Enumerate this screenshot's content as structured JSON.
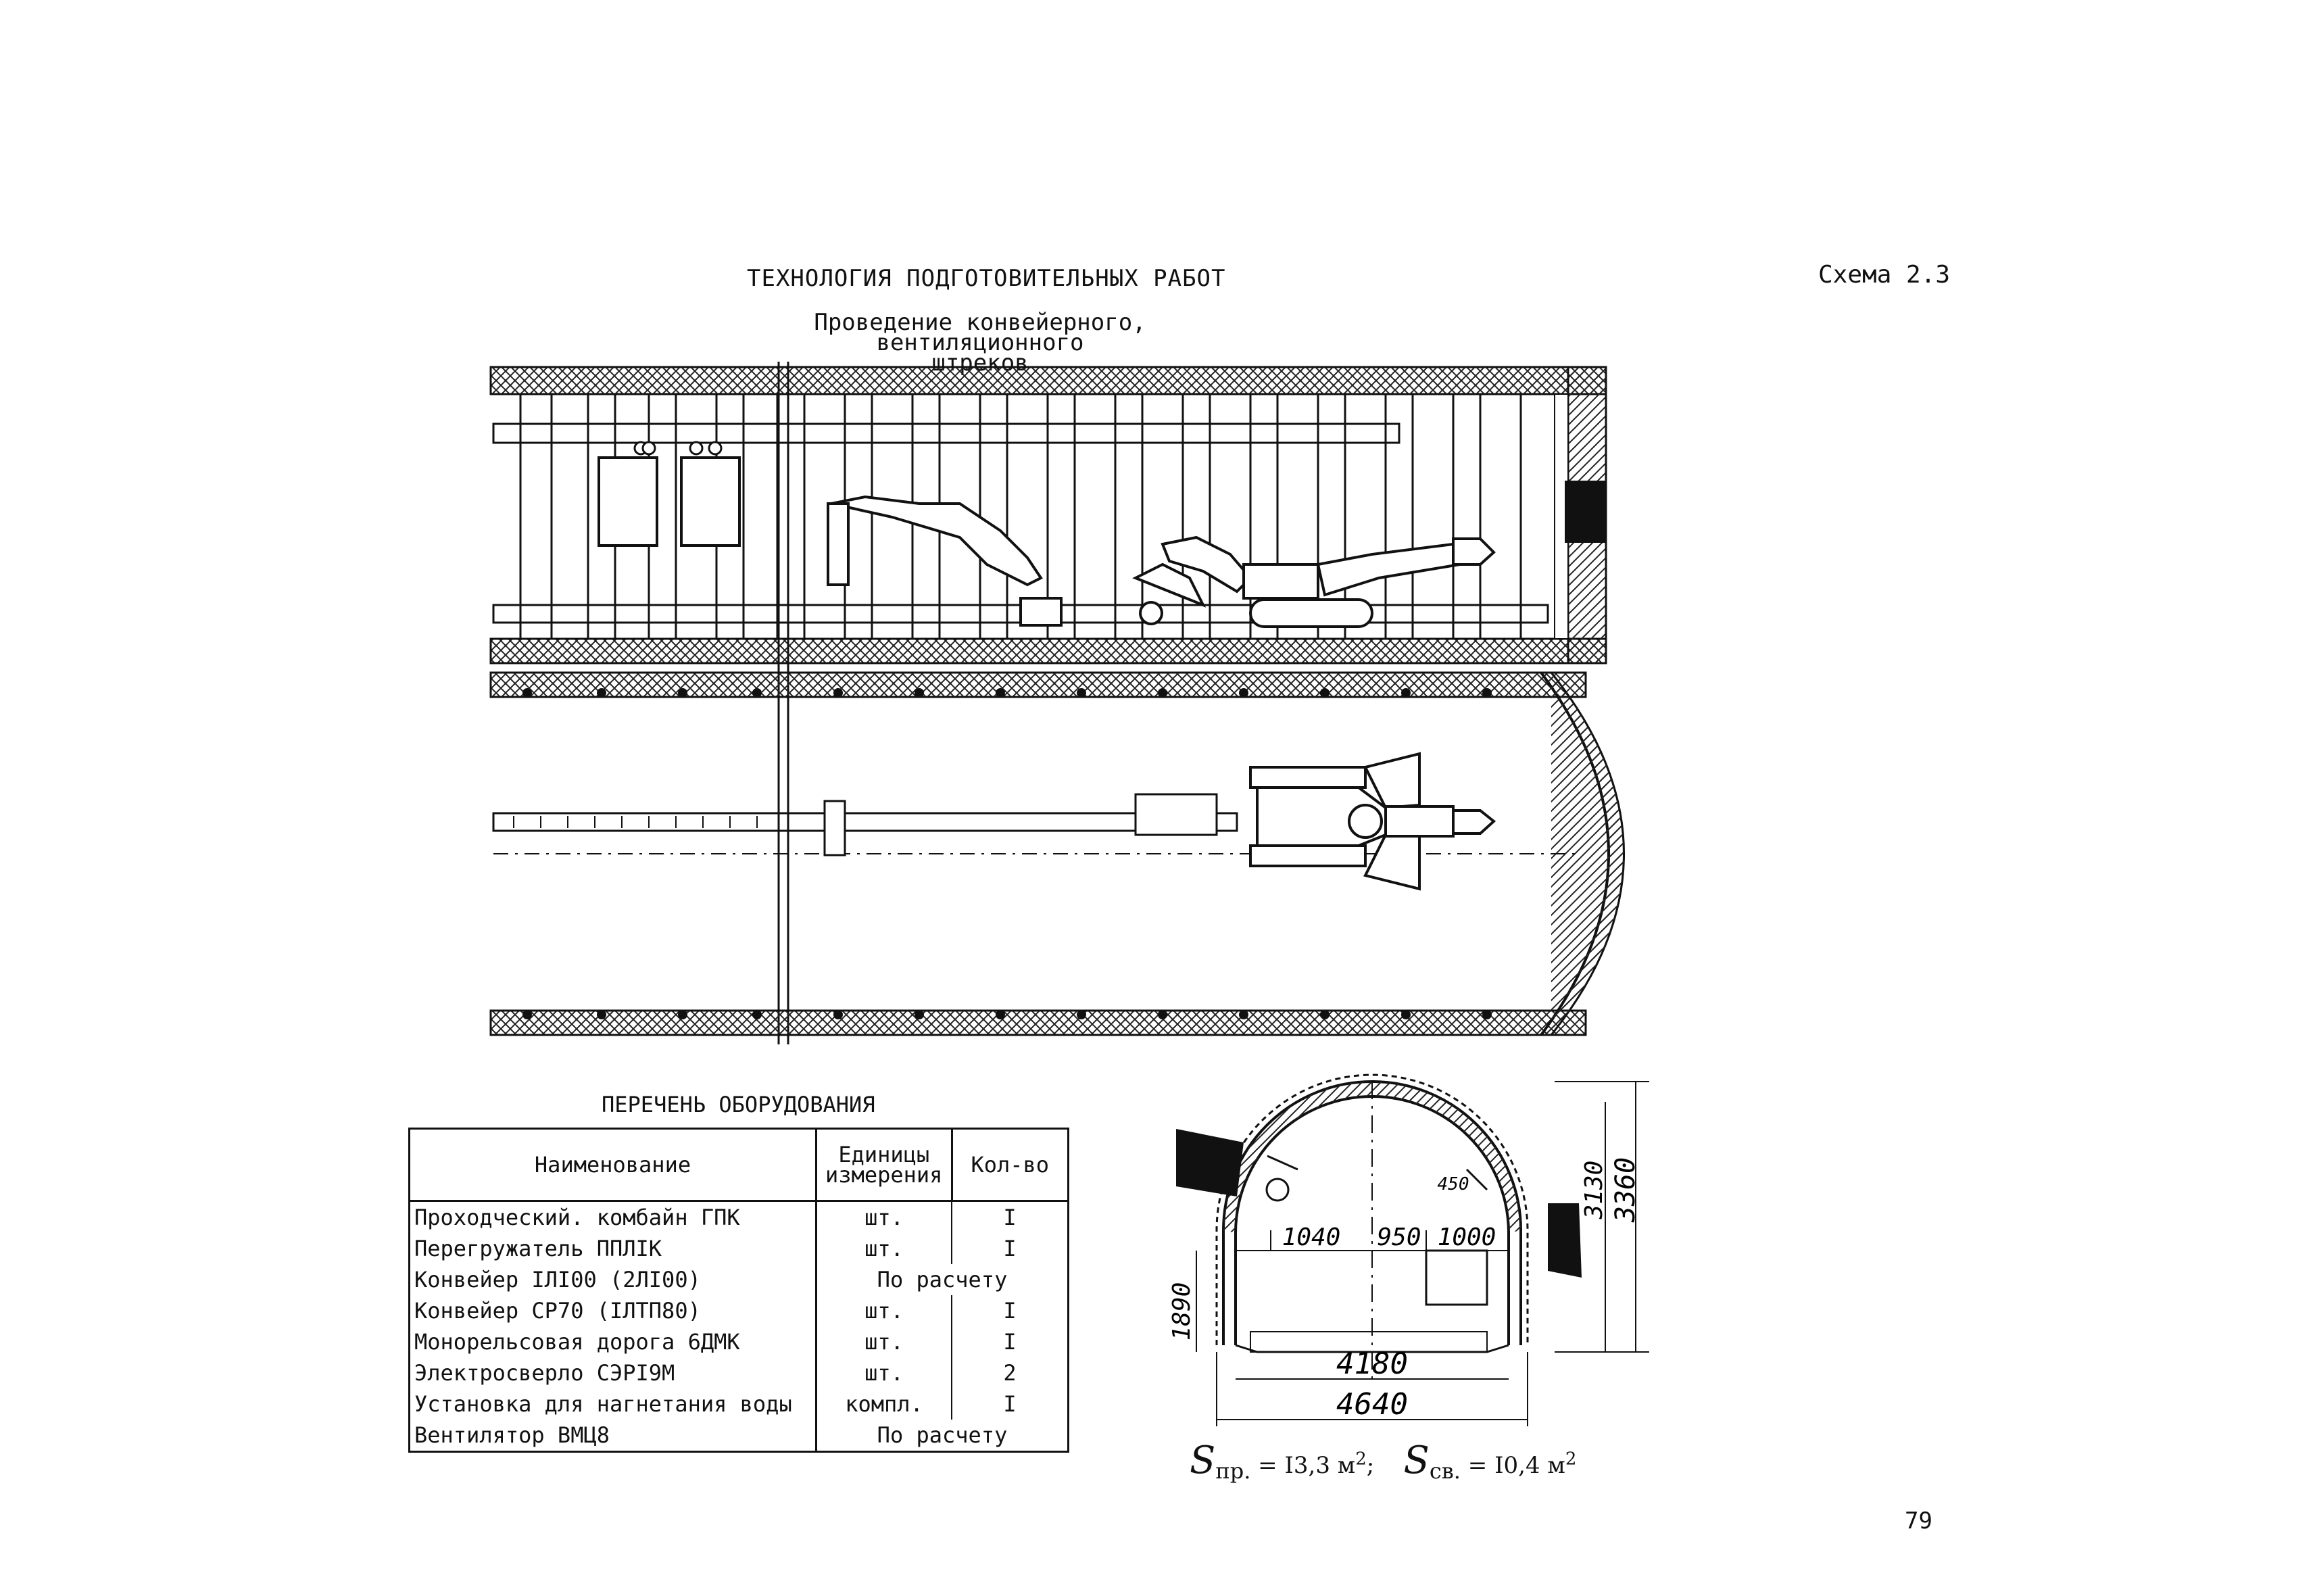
{
  "header": {
    "title": "ТЕХНОЛОГИЯ ПОДГОТОВИТЕЛЬНЫХ РАБОТ",
    "scheme_label": "Схема 2.3"
  },
  "drawing": {
    "title_line1": "Проведение конвейерного, вентиляционного",
    "title_line2": "штреков"
  },
  "equipment_list": {
    "title": "ПЕРЕЧЕНЬ ОБОРУДОВАНИЯ",
    "headers": {
      "name": "Наименование",
      "unit_line1": "Единицы",
      "unit_line2": "измерения",
      "qty": "Кол-во"
    },
    "rows": [
      {
        "name": "Проходческий. комбайн ГПК",
        "unit": "шт.",
        "qty": "I"
      },
      {
        "name": "Перегружатель ППЛIК",
        "unit": "шт.",
        "qty": "I"
      },
      {
        "name": "Конвейер IЛI00 (2ЛI00)",
        "combined": "По расчету"
      },
      {
        "name": "Конвейер СР70 (IЛТП80)",
        "unit": "шт.",
        "qty": "I"
      },
      {
        "name": "Монорельсовая дорога 6ДМК",
        "unit": "шт.",
        "qty": "I"
      },
      {
        "name": "Электросверло СЭРI9М",
        "unit": "шт.",
        "qty": "2"
      },
      {
        "name": "Установка для нагнетания воды",
        "unit": "компл.",
        "qty": "I"
      },
      {
        "name": "Вентилятор ВМЦ8",
        "combined": "По расчету"
      }
    ]
  },
  "cross_section": {
    "dims": {
      "d1040": "1040",
      "d950": "950",
      "d1000": "1000",
      "d450": "450",
      "d1890": "1890",
      "d3130": "3130",
      "d3360": "3360",
      "d4180": "4180",
      "d4640": "4640"
    },
    "area_pr": {
      "symbol": "S",
      "sub": "пр.",
      "value": "= I3,3 м",
      "sup": "2",
      "sep": ";"
    },
    "area_sv": {
      "symbol": "S",
      "sub": "св.",
      "value": "= I0,4 м",
      "sup": "2"
    }
  },
  "page": {
    "number": "79"
  }
}
